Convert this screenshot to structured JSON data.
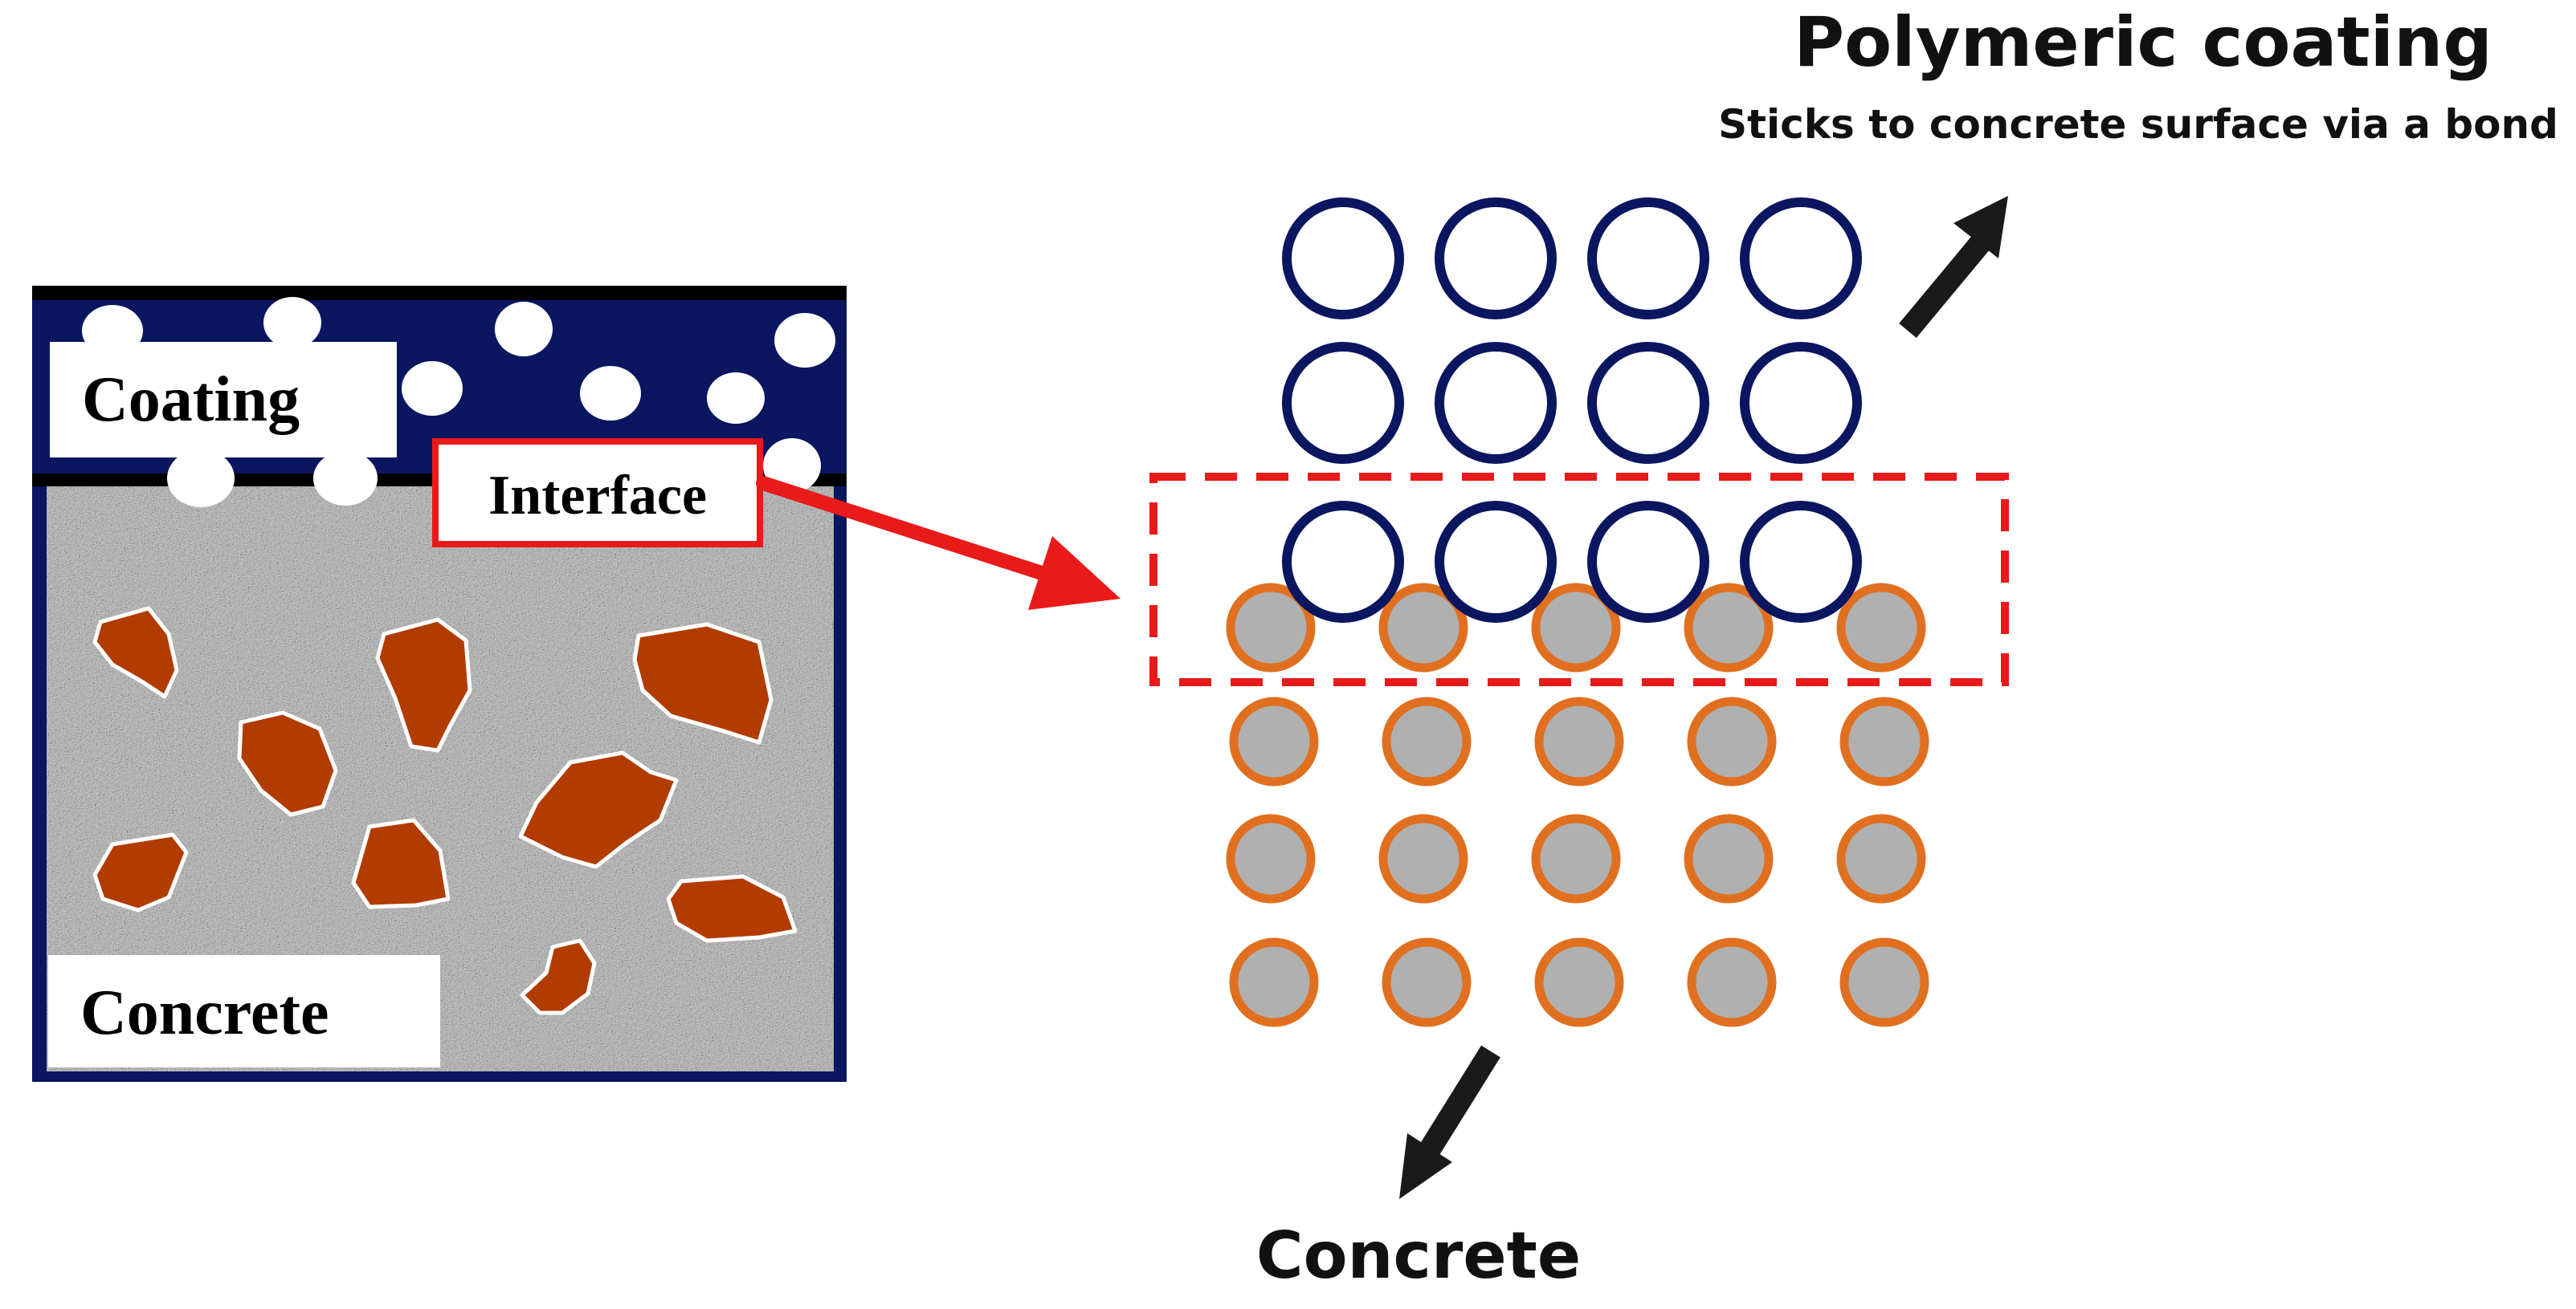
{
  "left_panel": {
    "coating_label": "Coating",
    "interface_label": "Interface",
    "concrete_label": "Concrete"
  },
  "right_panel": {
    "title": "Polymeric coating",
    "subtitle": "Sticks to concrete surface via a bond",
    "concrete_label": "Concrete",
    "coating_particle_rows": 3,
    "coating_particle_cols": 4,
    "concrete_particle_rows": 4,
    "concrete_particle_cols": 5
  },
  "colors": {
    "coating_navy": "#0a1660",
    "concrete_grey": "#b0b0b0",
    "aggregate_brown": "#b23c00",
    "particle_orange": "#e07020",
    "interface_red": "#e81a1a",
    "arrow_dark": "#1a1a1a"
  },
  "icons": {
    "interface_pointer": "red-arrow-icon",
    "coating_pointer": "dark-arrow-up-right-icon",
    "concrete_pointer": "dark-arrow-down-left-icon"
  }
}
